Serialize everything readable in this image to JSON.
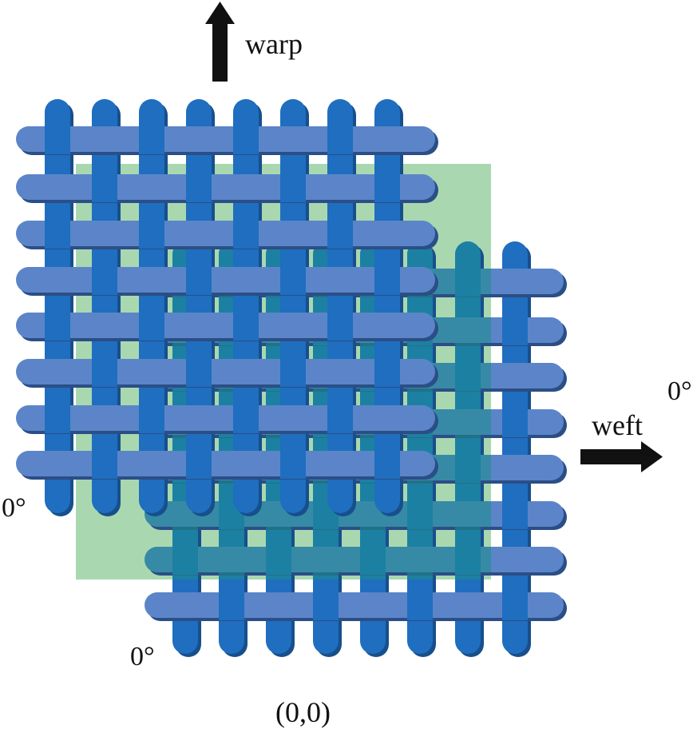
{
  "labels": {
    "warp": "warp",
    "weft": "weft",
    "angle_right": "0°",
    "angle_left": "0°",
    "angle_bottom": "0°",
    "origin": "(0,0)"
  },
  "icons": {
    "warp_arrow": "arrow-up-icon",
    "weft_arrow": "arrow-right-icon"
  },
  "colors": {
    "warp_yarn": "#1f6ec0",
    "warp_yarn_shadow": "#174f8c",
    "weft_yarn": "#5b85c8",
    "weft_yarn_shadow": "#2b4e86",
    "overlap_region": "#a9d8b0",
    "back_layer_tint": "#1a8f8a",
    "arrow": "#111111"
  }
}
